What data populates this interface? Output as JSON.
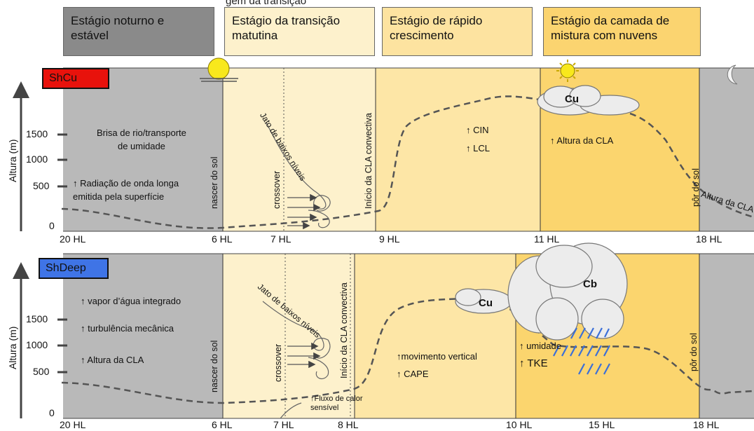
{
  "title": "gem da transição",
  "stages": [
    {
      "label": "Estágio noturno e\nestável",
      "color": "#8a8a8a"
    },
    {
      "label": "Estágio da transição\nmatutina",
      "color": "#fdf1cc"
    },
    {
      "label": "Estágio de rápido\ncrescimento",
      "color": "#fde3a0"
    },
    {
      "label": "Estágio da camada de\nmistura com nuvens",
      "color": "#fbd470"
    }
  ],
  "colors": {
    "night": "#b9b9b9",
    "transition": "#fdf1cc",
    "growth": "#fde6a6",
    "cloudy": "#fbd56e",
    "shcu": "#e8120c",
    "shdeep": "#3f74e6"
  },
  "axis": {
    "ylabel": "Altura  (m)",
    "ticks": [
      "1500",
      "1000",
      "500",
      "0"
    ]
  },
  "panel1": {
    "tag": "ShCu",
    "time_labels": [
      "20 HL",
      "6 HL",
      "7 HL",
      "9 HL",
      "11 HL",
      "18 HL"
    ],
    "texts": {
      "breeze": "Brisa de rio/transporte\nde umidade",
      "radiation": "↑ Radiação de onda longa\n    emitida pela superfície",
      "cin": "↑ CIN",
      "lcl": "↑ LCL",
      "cla_height": "↑  Altura da CLA",
      "cla_label": "Altura da CLA",
      "sunrise": "nascer do sol",
      "crossover": "crossover",
      "jet": "Jato de baixos níveis",
      "convective_start": "Início da CLA convectiva",
      "sunset": "pôr do sol",
      "cloud": "Cu"
    }
  },
  "panel2": {
    "tag": "ShDeep",
    "time_labels": [
      "20 HL",
      "6 HL",
      "7 HL",
      "8 HL",
      "10 HL",
      "15 HL",
      "18 HL"
    ],
    "texts": {
      "vapor": "↑ vapor d’água integrado",
      "turbulence": "↑ turbulência mecânica",
      "cla_height": "↑  Altura da CLA",
      "vertical_motion": "↑movimento vertical",
      "cape": "↑  CAPE",
      "humidity": "↑ umidade",
      "tke": "↑ TKE",
      "heat_flux": "↑Fluxo de calor\n  sensível",
      "sunrise": "nascer do sol",
      "crossover": "crossover",
      "jet": "Jato de baixos níveis",
      "convective_start": "Início da CLA convectiva",
      "sunset": "pôr do sol",
      "cloud_cu": "Cu",
      "cloud_cb": "Cb"
    }
  }
}
